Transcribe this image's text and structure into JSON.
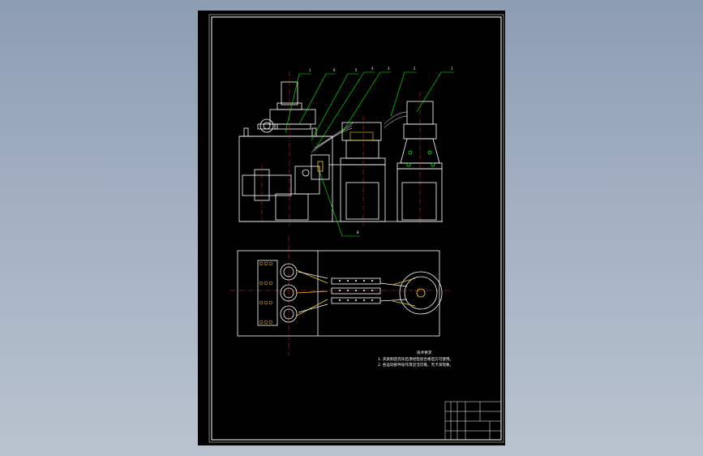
{
  "drawing": {
    "callouts": [
      "1",
      "6",
      "5",
      "4",
      "3",
      "2",
      "1",
      "8"
    ],
    "notes_title": "技术要求",
    "notes": [
      "1. 夹具制造完毕后须经检验合格后方可使用。",
      "2. 各运动部件动作须灵活可靠，无卡滞现象。"
    ]
  },
  "colors": {
    "sheet": "#000000",
    "frame": "#ffffff",
    "leader": "#00ff00",
    "centerline": "#ff2a2a",
    "accent": "#ffd21e",
    "background_top": "#8d9db2"
  }
}
